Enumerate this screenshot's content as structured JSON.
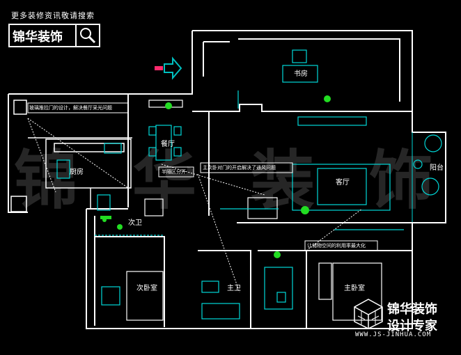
{
  "banner": {
    "tagline": "更多装修资讯敬请搜索",
    "brand": "锦华装饰"
  },
  "watermark": [
    "锦",
    "华",
    "装",
    "饰"
  ],
  "logo": {
    "line1": "锦华装饰",
    "line2": "设计专家",
    "url": "WWW.JS-JINHUA.COM"
  },
  "rooms": {
    "study": "书房",
    "dining": "餐厅",
    "kitchen": "厨房",
    "living": "客厅",
    "balcony": "阳台",
    "second_bath": "次卫",
    "master_bath": "主卫",
    "second_bedroom": "次卧室",
    "master_bedroom": "主卧室"
  },
  "notes": {
    "kitchen_door": "玻璃推拉门的设计，解决餐厅采光问题",
    "half_partition": "半隔区分开",
    "bedroom_door": "主次卧对门的开启解决了通风问题",
    "space_use": "让储物空间的利用率最大化"
  },
  "colors": {
    "wall": "#ffffff",
    "fixture": "#00d8d8",
    "plant": "#22dd22",
    "arrow": "#00bfbf",
    "entry": "#ff2a6d"
  }
}
